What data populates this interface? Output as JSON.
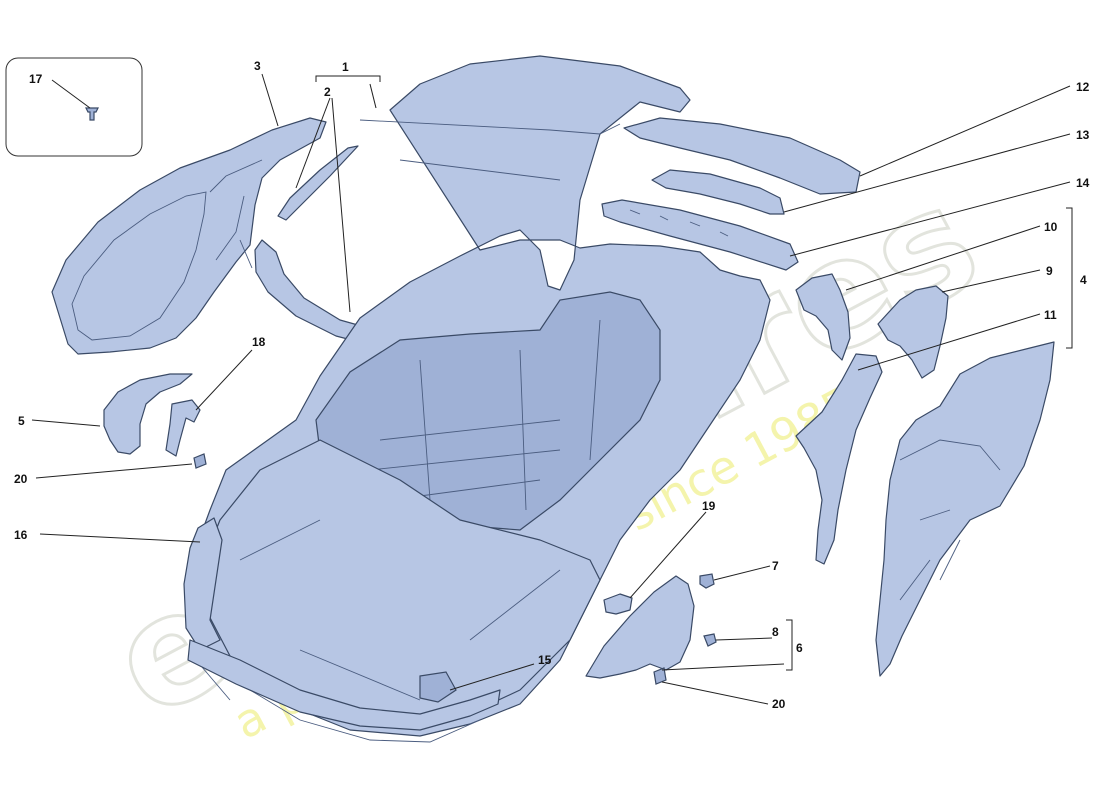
{
  "watermark": {
    "logo_text": "eurospares",
    "tagline": "a passion for parts since 1985"
  },
  "callouts": {
    "c1": "1",
    "c2": "2",
    "c3": "3",
    "c4": "4",
    "c5": "5",
    "c6": "6",
    "c7": "7",
    "c8": "8",
    "c9": "9",
    "c10": "10",
    "c11": "11",
    "c12": "12",
    "c13": "13",
    "c14": "14",
    "c15": "15",
    "c16": "16",
    "c17": "17",
    "c18": "18",
    "c19": "19",
    "c20a": "20",
    "c20b": "20"
  },
  "colors": {
    "part_fill": "#b7c6e4",
    "outline": "#3a4a66",
    "watermark_logo": "#d9dbd2",
    "watermark_tagline": "#f0f08a"
  }
}
